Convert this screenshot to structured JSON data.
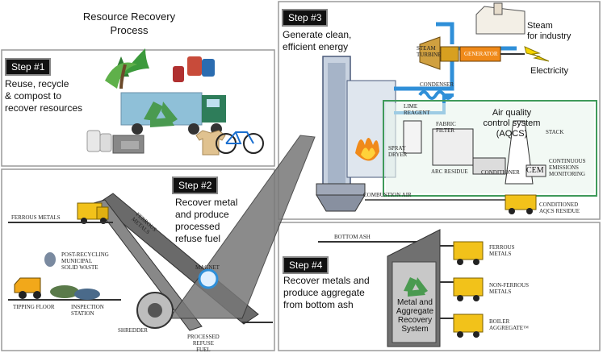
{
  "title_lines": [
    "Resource Recovery",
    "Process"
  ],
  "steps": [
    {
      "badge": "Step #1",
      "lines": [
        "Reuse, recycle",
        "& compost to",
        "recover resources"
      ]
    },
    {
      "badge": "Step #2",
      "lines": [
        "Recover metal",
        "and produce",
        "processed",
        "refuse fuel"
      ]
    },
    {
      "badge": "Step #3",
      "lines": [
        "Generate clean,",
        "efficient energy"
      ]
    },
    {
      "badge": "Step #4",
      "lines": [
        "Recover metals and",
        "produce aggregate",
        "from bottom ash"
      ]
    }
  ],
  "outputs": {
    "steam_lines": [
      "Steam",
      "for industry"
    ],
    "electricity": "Electricity",
    "aqcs_lines": [
      "Air quality",
      "control system",
      "(AQCS)"
    ],
    "recovery_system_lines": [
      "Metal and",
      "Aggregate",
      "Recovery",
      "System"
    ]
  },
  "labels": {
    "steam_turbine": [
      "STEAM",
      "TURBINE"
    ],
    "generator": "GENERATOR",
    "condenser": "CONDENSER",
    "lime_reagent": [
      "LIME",
      "REAGENT"
    ],
    "fabric_filter": [
      "FABRIC",
      "FILTER"
    ],
    "stack": "STACK",
    "spray_dryer": [
      "SPRAY",
      "DRYER"
    ],
    "arc_residue": "ARC RESIDUE",
    "conditioner": "CONDITIONER",
    "cem": "CEM",
    "cem_desc": [
      "CONTINUOUS",
      "EMISSIONS",
      "MONITORING"
    ],
    "combustion_air": "COMBUSTION AIR",
    "conditioned_residue": [
      "CONDITIONED",
      "AQCS RESIDUE"
    ],
    "bottom_ash": "BOTTOM ASH",
    "ferrous_metals_left": "FERROUS METALS",
    "ferrous_metals_belt": [
      "FERROUS",
      "METALS"
    ],
    "magnet": "MAGNET",
    "post_recycling": [
      "POST-RECYCLING",
      "MUNICIPAL",
      "SOLID WASTE"
    ],
    "tipping_floor": "TIPPING FLOOR",
    "inspection_station": [
      "INSPECTION",
      "STATION"
    ],
    "shredder": "SHREDDER",
    "processed_refuse_fuel": [
      "PROCESSED",
      "REFUSE",
      "FUEL"
    ],
    "ferrous_right": [
      "FERROUS",
      "METALS"
    ],
    "non_ferrous": [
      "NON-FERROUS",
      "METALS"
    ],
    "boiler_aggregate": [
      "BOILER",
      "AGGREGATE™"
    ]
  },
  "colors": {
    "border": "#9a9a9a",
    "pipe_blue": "#2f8fd8",
    "aqcs_green": "#3f9a5a",
    "truck_yellow": "#f2c21a",
    "recycle_green": "#4a9a50",
    "fire_orange": "#f08a1a"
  }
}
